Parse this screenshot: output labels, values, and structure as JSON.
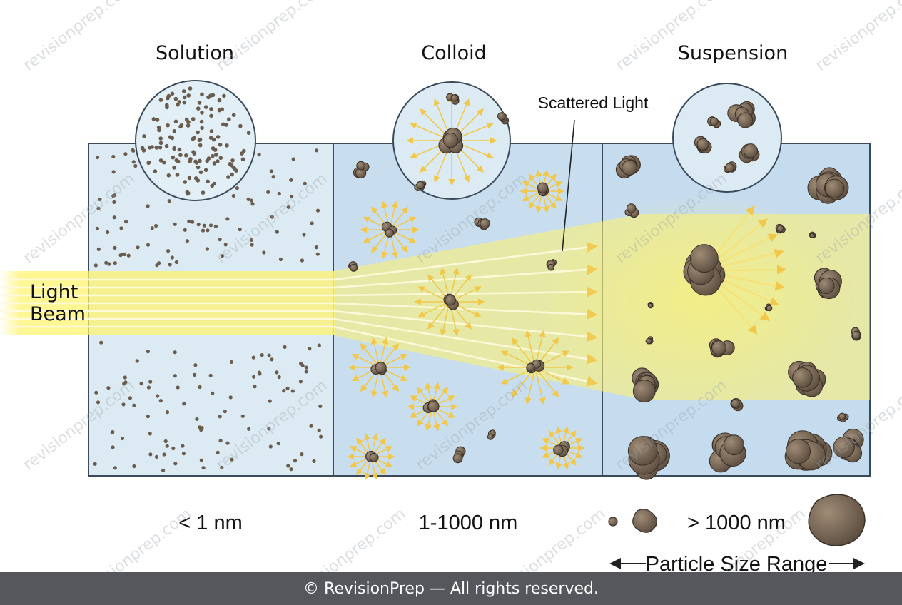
{
  "headings": {
    "solution": "Solution",
    "colloid": "Colloid",
    "suspension": "Suspension"
  },
  "labels": {
    "light_beam_line1": "Light",
    "light_beam_line2": "Beam",
    "scattered_light": "Scattered Light"
  },
  "sizes": {
    "solution": "< 1 nm",
    "colloid": "1-1000 nm",
    "suspension": "> 1000 nm"
  },
  "range_label": "Particle Size Range",
  "watermark": "revisionprep.com",
  "footer": "© RevisionPrep — All rights reserved.",
  "colors": {
    "tank_fill": "#d9e9f3",
    "colloid_fill": "#c9def0",
    "border": "#3a4a5a",
    "beam": "#fff27a",
    "particle": "#7a6a58",
    "arrow": "#f2c84a"
  }
}
